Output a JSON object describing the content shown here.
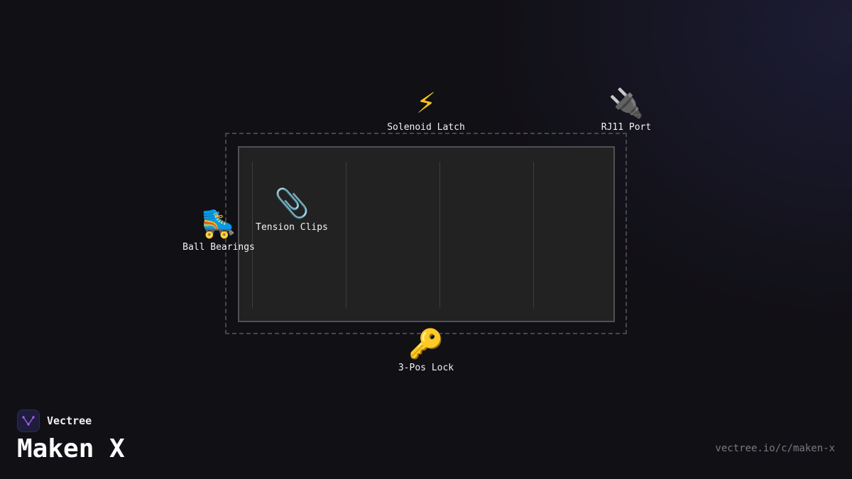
{
  "components": [
    {
      "id": "solenoid-latch",
      "label": "Solenoid Latch",
      "icon": "lightning-bolt-icon",
      "glyph": "⚡"
    },
    {
      "id": "rj11-port",
      "label": "RJ11 Port",
      "icon": "electric-plug-icon",
      "glyph": "🔌"
    },
    {
      "id": "tension-clips",
      "label": "Tension Clips",
      "icon": "paperclip-icon",
      "glyph": "📎"
    },
    {
      "id": "ball-bearings",
      "label": "Ball Bearings",
      "icon": "roller-skate-icon",
      "glyph": "🛼"
    },
    {
      "id": "three-pos-lock",
      "label": "3-Pos Lock",
      "icon": "key-icon",
      "glyph": "🔑"
    }
  ],
  "brand": {
    "name": "Vectree",
    "logo_icon": "vectree-logo-icon"
  },
  "product": {
    "title": "Maken X"
  },
  "footer": {
    "url": "vectree.io/c/maken-x"
  },
  "colors": {
    "background": "#111015",
    "panel": "#222222",
    "frame_dashed": "#46464c",
    "logo_accent": "#8b55d6"
  }
}
